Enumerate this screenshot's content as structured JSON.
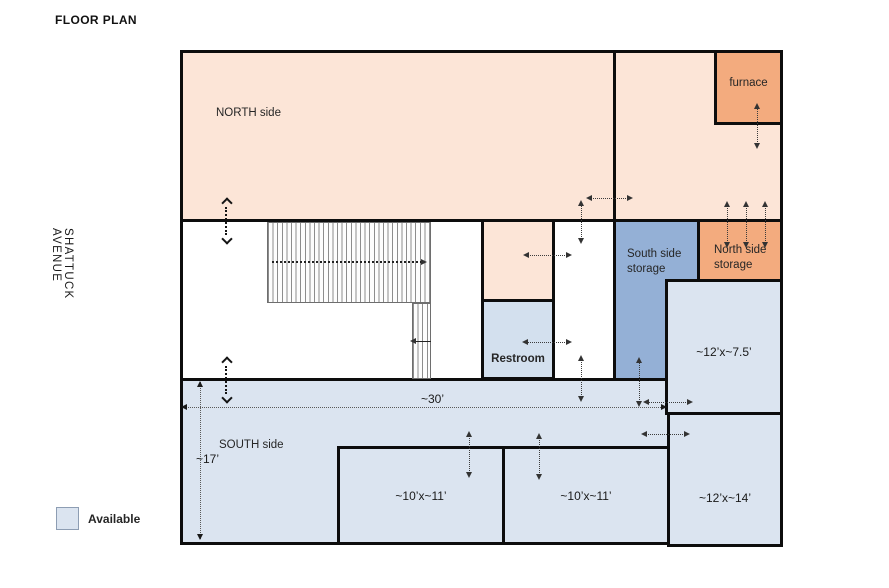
{
  "title": "FLOOR PLAN",
  "street_label": "SHATTUCK AVENUE",
  "legend": {
    "label": "Available"
  },
  "dimensions": {
    "width_label": "~30’",
    "depth_label": "~17’"
  },
  "rooms": {
    "north_side": {
      "label": "NORTH side"
    },
    "furnace": {
      "label": "furnace"
    },
    "south_side_storage": {
      "line1": "South side",
      "line2": "storage"
    },
    "north_side_storage": {
      "line1": "North side",
      "line2": "storage"
    },
    "restroom": {
      "label": "Restroom"
    },
    "room_12x7_5": {
      "label": "~12’x~7.5’"
    },
    "south_side": {
      "label": "SOUTH side"
    },
    "room_10x11_a": {
      "label": "~10’x~11’"
    },
    "room_10x11_b": {
      "label": "~10’x~11’"
    },
    "room_12x14": {
      "label": "~12’x~14’"
    }
  },
  "colors": {
    "north_side_fill": "#fce5d7",
    "storage_orange": "#f3ab7e",
    "storage_blue": "#94b0d6",
    "available_blue": "#dbe4f0",
    "restroom_fill": "#d3e0ee",
    "wall": "#0d0d0d"
  }
}
